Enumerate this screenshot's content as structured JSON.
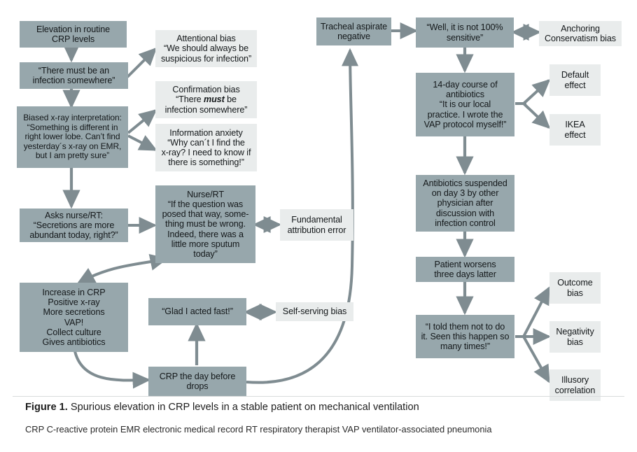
{
  "figure": {
    "caption_label": "Figure 1.",
    "caption_text": " Spurious elevation in CRP levels in a stable patient on mechanical ventilation",
    "legend": "CRP C-reactive protein EMR electronic medical record RT respiratory therapist VAP ventilator-associated pneumonia",
    "colors": {
      "process_box": "#97a7ac",
      "bias_box": "#e9ecec",
      "arrow": "#7f8c91",
      "text": "#14181a",
      "background": "#ffffff"
    }
  },
  "diagram": {
    "type": "flowchart",
    "nodes": {
      "elevation_crp": "Elevation in  routine\nCRP levels",
      "must_be_infection": "“There must be an\ninfection somewhere”",
      "biased_xray": "Biased x-ray interpretation:\n“Something is different in\nright lower lobe. Can’t find\nyesterday´s x-ray on EMR,\nbut I am pretty sure”",
      "asks_nurse": "Asks nurse/RT:\n“Secretions are more\nabundant today, right?”",
      "increase_crp": "Increase in CRP\nPositive x-ray\nMore secretions\nVAP!\nCollect culture\nGives antibiotics",
      "crp_drops": "CRP the day before\ndrops",
      "glad_acted": "“Glad I acted fast!”",
      "tracheal_aspirate": "Tracheal aspirate\nnegative",
      "not_sensitive": "“Well, it is not 100%\nsensitive”",
      "fourteen_day": "14-day course of\nantibiotics\n“It is our local\npractice. I wrote the\nVAP protocol myself!”",
      "antibiotics_suspended": "Antibiotics suspended\non day 3 by other\nphysician after\ndiscussion with\ninfection control",
      "patient_worsens": "Patient worsens\nthree days latter",
      "told_them": "“I told them not to do\nit. Seen this happen so\nmany times!”",
      "nurse_rt_reply_line1": "Nurse/RT",
      "nurse_rt_reply": "Nurse/RT\n“If the question was\nposed that way, some-\nthing must be wrong.\nIndeed, there was a\nlittle more sputum\ntoday”"
    },
    "biases": {
      "attentional": "Attentional bias\n“We should always be\nsuspicious for infection”",
      "confirmation_line1": "Confirmation bias",
      "confirmation_line2_a": "“There ",
      "confirmation_line2_b": "must",
      "confirmation_line2_c": " be",
      "confirmation_line3": "infection somewhere”",
      "information_anxiety": "Information anxiety\n“Why can´t I find the\nx-ray? I need to know if\nthere is something!”",
      "fundamental": "Fundamental\nattribution error",
      "self_serving": "Self-serving bias",
      "anchoring": "Anchoring\nConservatism bias",
      "default_effect": "Default\neffect",
      "ikea_effect": "IKEA\neffect",
      "outcome_bias": "Outcome\nbias",
      "negativity_bias": "Negativity\nbias",
      "illusory_correlation": "Illusory\ncorrelation"
    }
  }
}
